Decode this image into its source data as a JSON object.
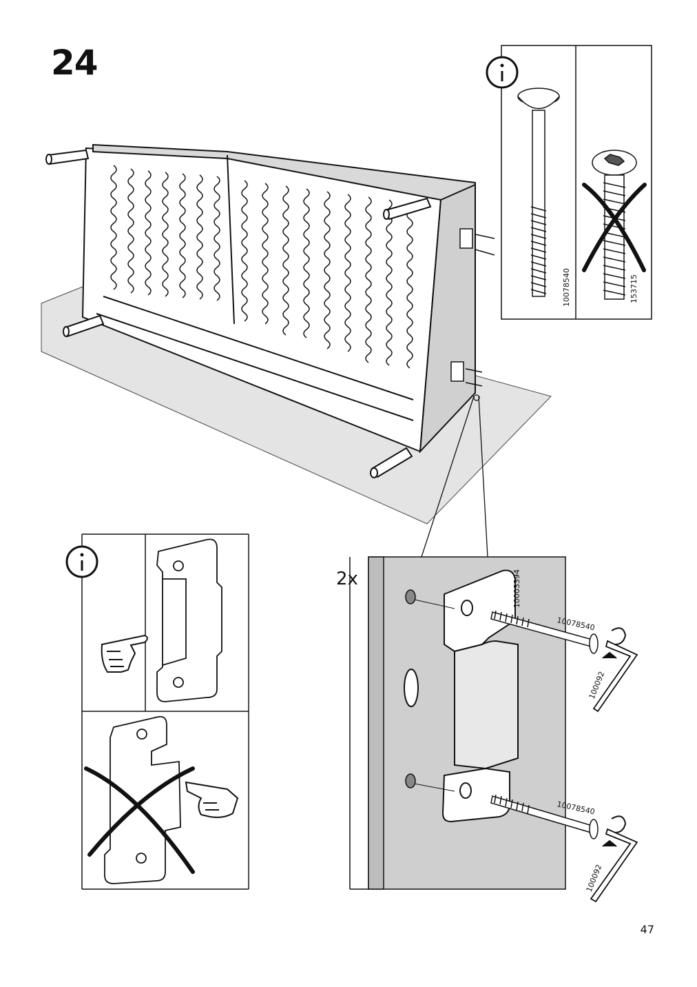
{
  "step": {
    "number": "24"
  },
  "info_panel_top": {
    "icon": "info-icon",
    "correct_part_code": "10078540",
    "wrong_part_code": "153715"
  },
  "info_panel_bottom": {
    "icon": "info-icon"
  },
  "detail": {
    "quantity": "2x",
    "bracket_code": "10003394",
    "bolt_code_top": "10078540",
    "bolt_code_bottom": "10078540",
    "key_code_top": "100092",
    "key_code_bottom": "100092"
  },
  "page": {
    "number": "47"
  }
}
